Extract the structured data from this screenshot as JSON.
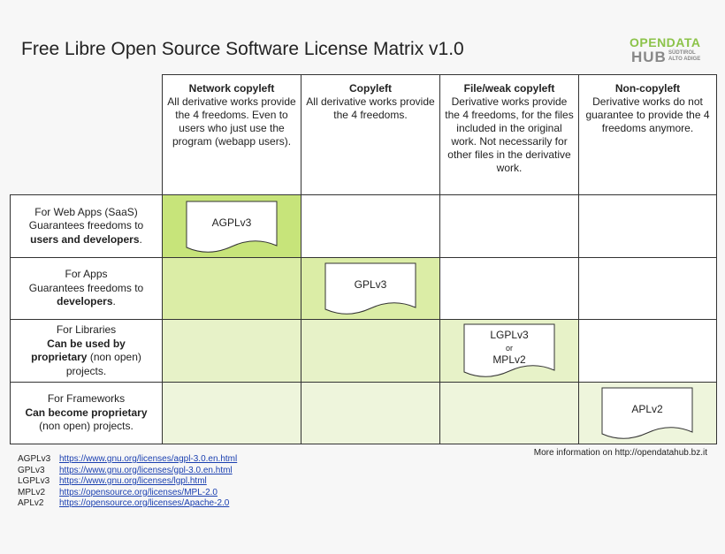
{
  "title": "Free Libre Open Source Software License Matrix v1.0",
  "logo": {
    "line1": "OPENDATA",
    "line2": "HUB",
    "line3a": "SÜDTIROL",
    "line3b": "ALTO ADIGE"
  },
  "colors": {
    "strong": "#c7e47a",
    "medium": "#dbeda6",
    "light": "#e7f2c8",
    "pale": "#eef5dc",
    "white": "#ffffff"
  },
  "columns": [
    {
      "title": "Network copyleft",
      "desc": "All derivative works provide the 4 freedoms. Even to users who just use the program (webapp users)."
    },
    {
      "title": "Copyleft",
      "desc": "All derivative works provide the 4 freedoms."
    },
    {
      "title": "File/weak copyleft",
      "desc": "Derivative works provide the 4 freedoms, for the files included in the original work. Not necessarily for other files in the derivative work."
    },
    {
      "title": "Non-copyleft",
      "desc": "Derivative works do not guarantee to provide the 4 freedoms anymore."
    }
  ],
  "rows": [
    {
      "line1": "For Web Apps (SaaS)",
      "line2": "Guarantees freedoms to",
      "bold": "users and developers",
      "tail": "."
    },
    {
      "line1": "For Apps",
      "line2": "Guarantees freedoms to",
      "bold": "developers",
      "tail": "."
    },
    {
      "line1": "For Libraries",
      "bold": "Can be used by proprietary",
      "tail": " (non open) projects."
    },
    {
      "line1": "For Frameworks",
      "bold": "Can become proprietary",
      "tail": " (non open) projects."
    }
  ],
  "licenses": {
    "agpl": "AGPLv3",
    "gpl": "GPLv3",
    "lgpl": "LGPLv3",
    "or": "or",
    "mpl": "MPLv2",
    "apl": "APLv2"
  },
  "more_info": "More information on http://opendatahub.bz.it",
  "references": [
    {
      "name": "AGPLv3",
      "url": "https://www.gnu.org/licenses/agpl-3.0.en.html"
    },
    {
      "name": "GPLv3",
      "url": "https://www.gnu.org/licenses/gpl-3.0.en.html"
    },
    {
      "name": "LGPLv3",
      "url": "https://www.gnu.org/licenses/lgpl.html"
    },
    {
      "name": "MPLv2",
      "url": "https://opensource.org/licenses/MPL-2.0"
    },
    {
      "name": "APLv2",
      "url": "https://opensource.org/licenses/Apache-2.0"
    }
  ]
}
